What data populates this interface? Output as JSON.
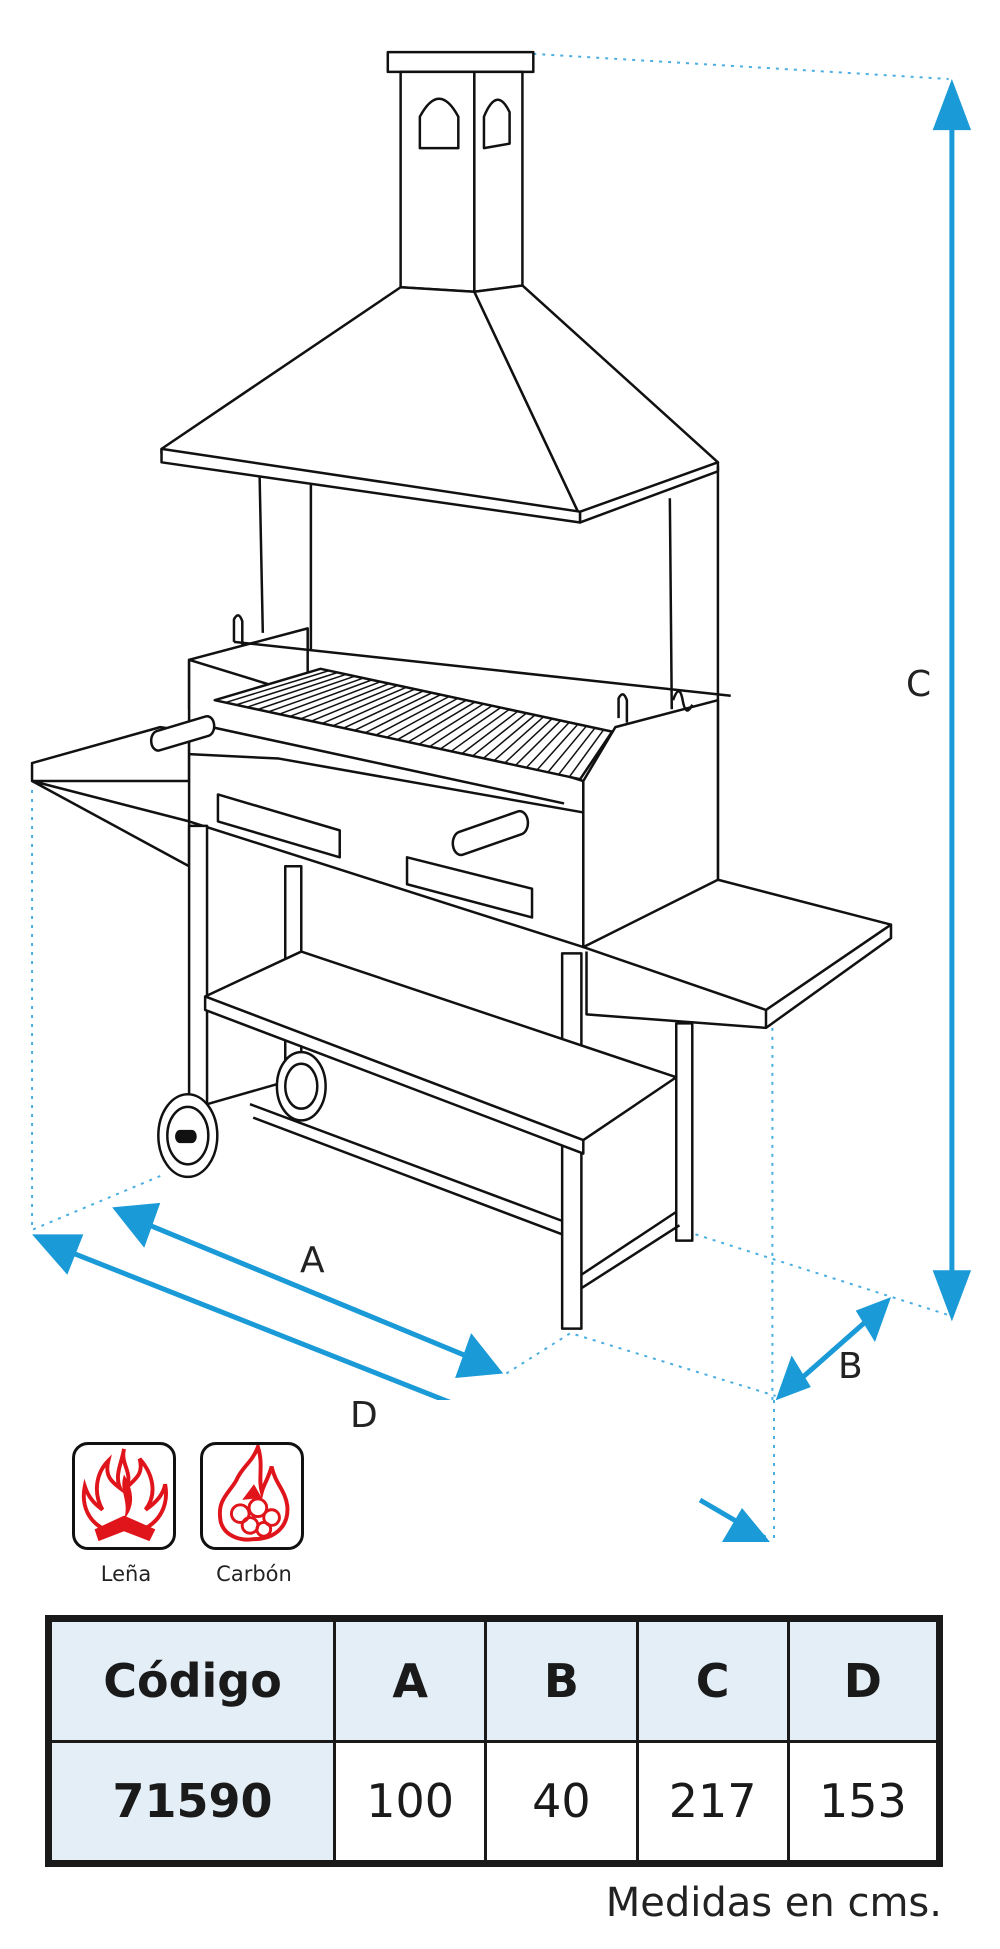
{
  "dimension_labels": {
    "a": "A",
    "b": "B",
    "c": "C",
    "d": "D"
  },
  "fuel_types": [
    {
      "label": "Leña",
      "icon": "firewood-flame-icon"
    },
    {
      "label": "Carbón",
      "icon": "charcoal-flame-icon"
    }
  ],
  "colors": {
    "arrow": "#1a9ad6",
    "flame": "#e0151b",
    "header_bg": "#e4eef6"
  },
  "table": {
    "headers": [
      "Código",
      "A",
      "B",
      "C",
      "D"
    ],
    "rows": [
      [
        "71590",
        "100",
        "40",
        "217",
        "153"
      ]
    ]
  },
  "note": "Medidas en cms."
}
